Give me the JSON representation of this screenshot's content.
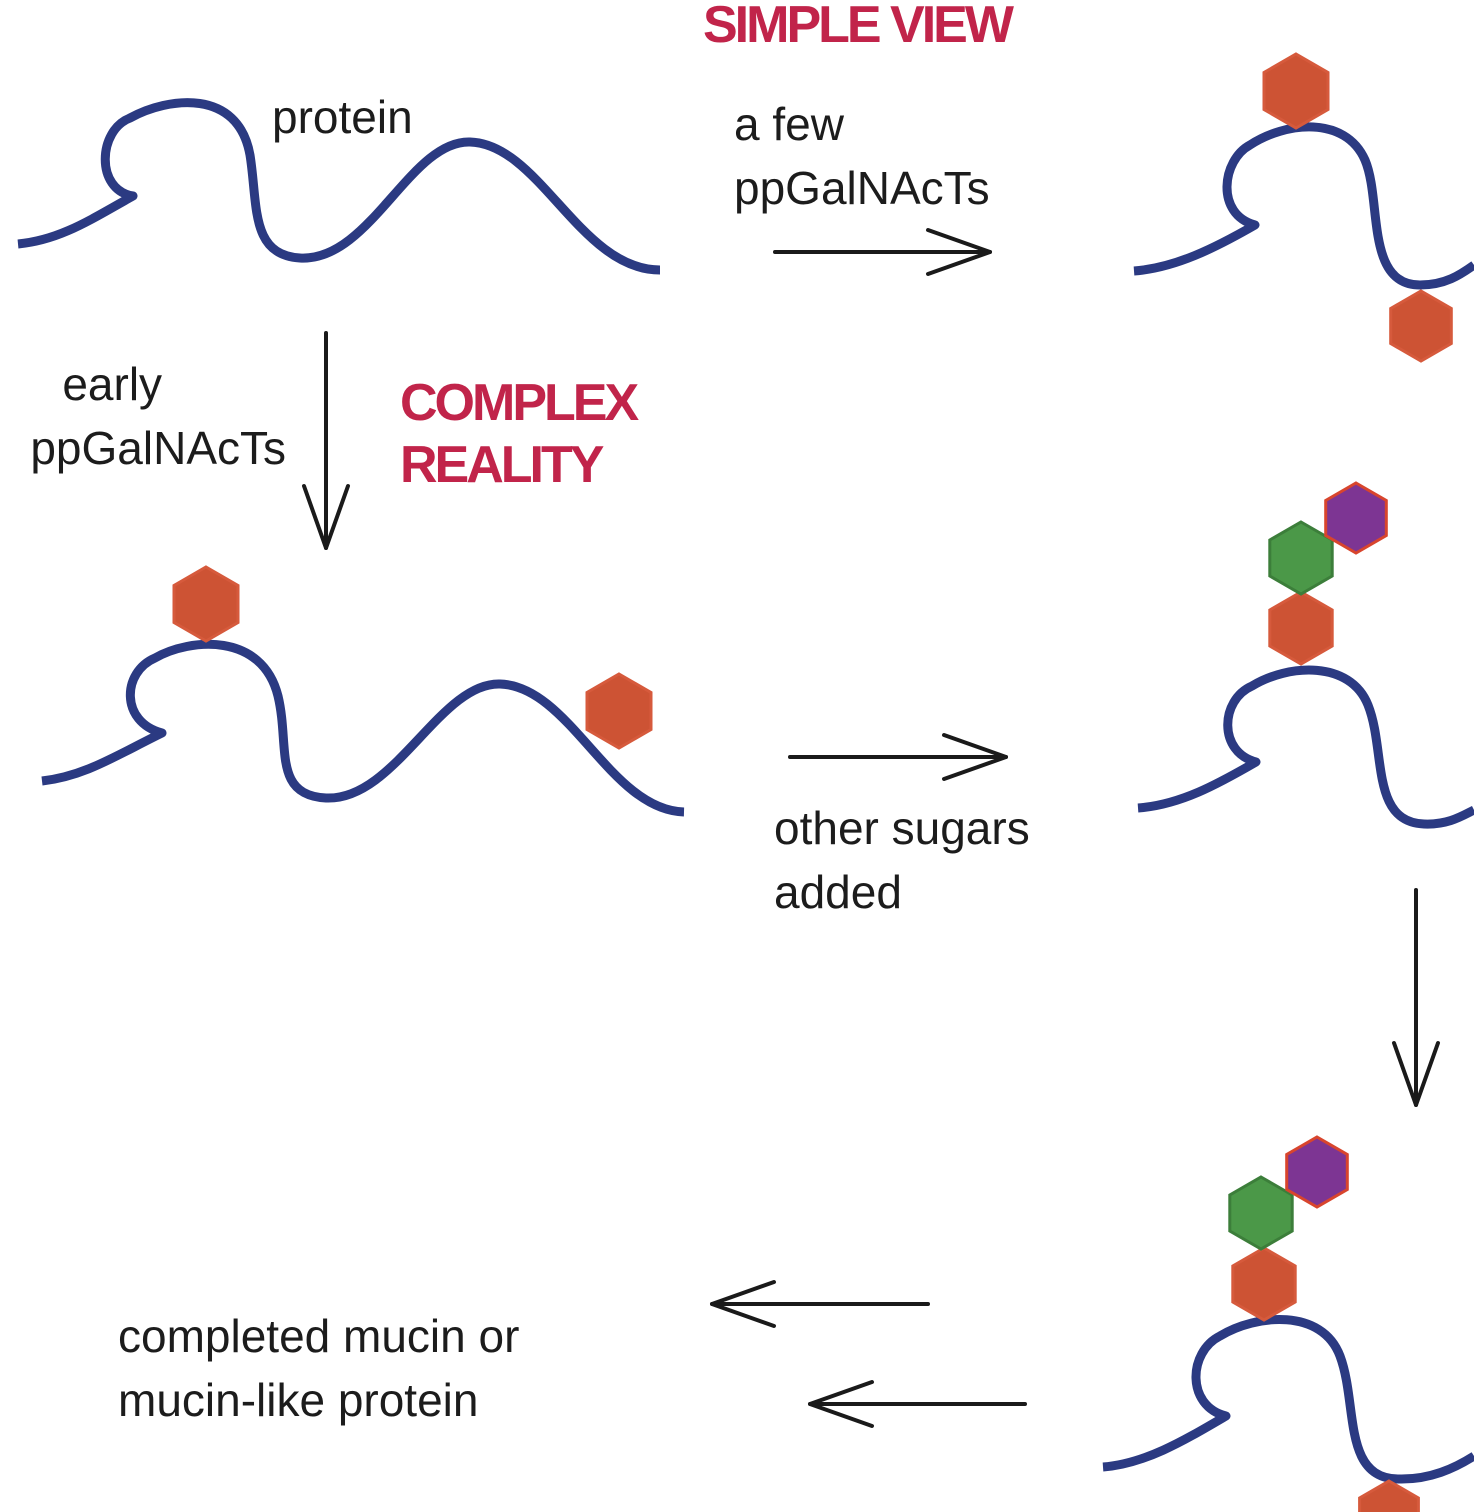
{
  "headings": {
    "simple_view": "SIMPLE VIEW",
    "complex_reality": [
      "COMPLEX",
      "REALITY"
    ]
  },
  "labels": {
    "protein": "protein",
    "a_few_ppgalnacts": [
      "a few",
      "ppGalNAcTs"
    ],
    "early_ppgalnacts": [
      "early",
      "ppGalNAcTs"
    ],
    "other_sugars_added": [
      "other sugars",
      "added"
    ],
    "completed_mucin": [
      "completed mucin or",
      "mucin-like protein"
    ]
  },
  "colors": {
    "protein_chain": "#2b3a82",
    "galnac_sugar": "#cd5334",
    "galnac_stroke": "#d65a3c",
    "green_sugar": "#4b9848",
    "green_stroke": "#3c7e3a",
    "purple_sugar": "#7d3593",
    "purple_stroke": "#d8452d",
    "heading_red": "#c1244a",
    "arrow": "#1a1a1a"
  }
}
